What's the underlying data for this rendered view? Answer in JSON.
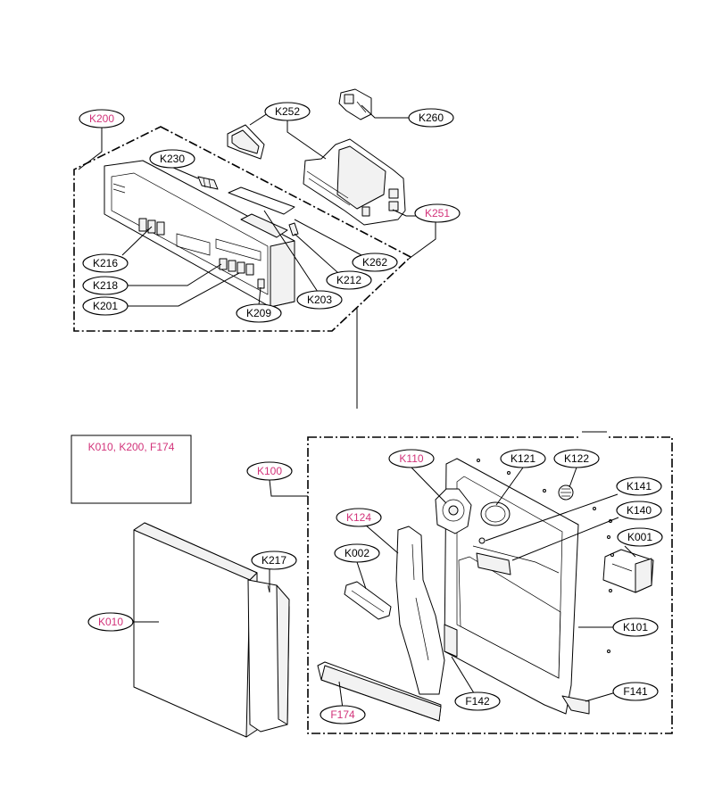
{
  "diagram": {
    "note_box_text": "K010, K200, F174",
    "colors": {
      "highlight": "#d2337a",
      "line": "#000000"
    },
    "labels": {
      "k200": "K200",
      "k252": "K252",
      "k260": "K260",
      "k230": "K230",
      "k251": "K251",
      "k216": "K216",
      "k262": "K262",
      "k218": "K218",
      "k212": "K212",
      "k203": "K203",
      "k201": "K201",
      "k209": "K209",
      "k100": "K100",
      "k110": "K110",
      "k121": "K121",
      "k122": "K122",
      "k141": "K141",
      "k140": "K140",
      "k124": "K124",
      "k002": "K002",
      "k001": "K001",
      "k217": "K217",
      "k010": "K010",
      "k101": "K101",
      "f142": "F142",
      "f141": "F141",
      "f174": "F174"
    }
  }
}
